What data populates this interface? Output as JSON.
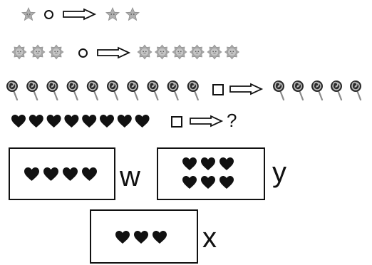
{
  "puzzle": {
    "row1": {
      "left_count": 1,
      "operator": "circle",
      "right_count": 2,
      "icon": "star-icon",
      "color": "#a8a8a8"
    },
    "row2": {
      "left_count": 3,
      "operator": "circle",
      "right_count": 6,
      "icon": "sun-icon",
      "color": "#a8a8a8"
    },
    "row3": {
      "left_count": 10,
      "operator": "square",
      "right_count": 5,
      "icon": "lollipop-icon",
      "color": "#333333"
    },
    "row4": {
      "left_count": 8,
      "operator": "square",
      "question": "?",
      "icon": "heart-icon",
      "color": "#111111"
    }
  },
  "choices": [
    {
      "letter": "w",
      "hearts": 4
    },
    {
      "letter": "y",
      "hearts": 6
    },
    {
      "letter": "x",
      "hearts": 3
    }
  ]
}
